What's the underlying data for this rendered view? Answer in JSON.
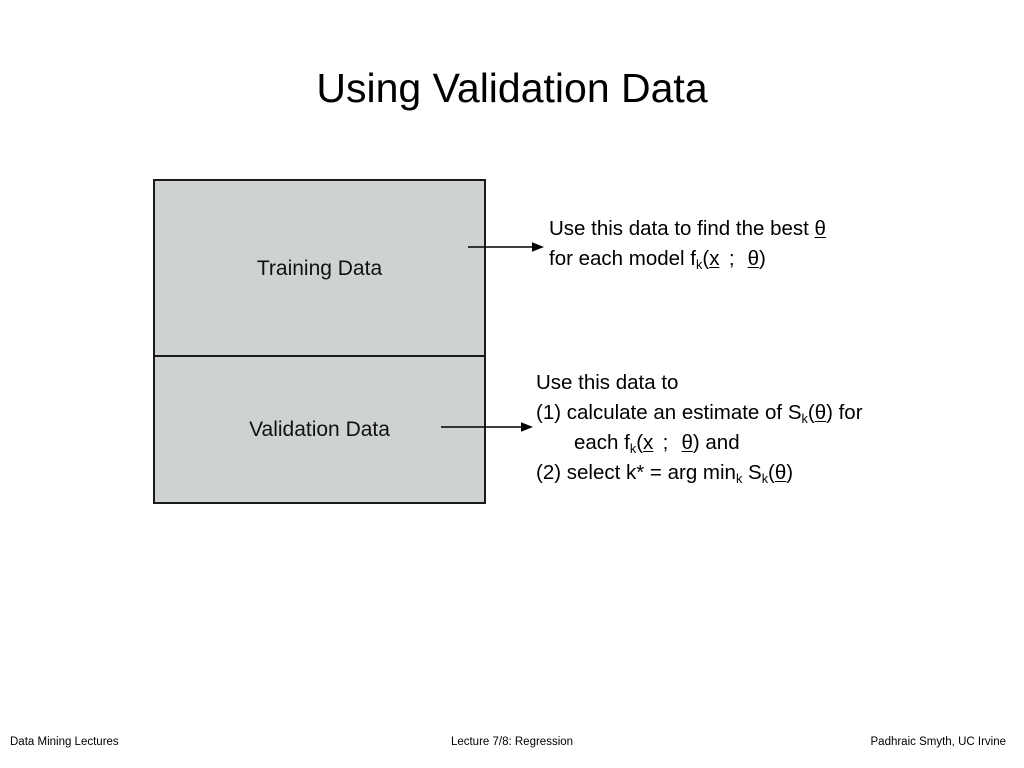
{
  "slide": {
    "title": "Using Validation Data",
    "background_color": "#ffffff"
  },
  "diagram": {
    "box_fill_color": "#ced2d2",
    "box_border_color": "#1a1a1a",
    "boxes": [
      {
        "id": "training",
        "label": "Training Data"
      },
      {
        "id": "validation",
        "label": "Validation Data"
      }
    ],
    "arrows": [
      {
        "id": "training-arrow",
        "from": "training-box",
        "to": "training-annotation"
      },
      {
        "id": "validation-arrow",
        "from": "validation-box",
        "to": "validation-annotation"
      }
    ]
  },
  "annotations": {
    "training": {
      "line1_a": "Use this data to find the best ",
      "line1_theta": "θ",
      "line2_a": "for each model f",
      "line2_sub": "k",
      "line2_b": "(",
      "line2_x": "x",
      "line2_c": " ; ",
      "line2_theta": "θ",
      "line2_d": ")",
      "plain_text": "Use this data to find the best θ for each model f_k(x ; θ)"
    },
    "validation": {
      "line1": "Use this data to",
      "line2_a": "(1) calculate an estimate of  S",
      "line2_sub": "k",
      "line2_b": "(",
      "line2_theta": "θ",
      "line2_c": ") for",
      "line3_a": "each f",
      "line3_sub": "k",
      "line3_b": "(",
      "line3_x": "x",
      "line3_c": " ; ",
      "line3_theta": "θ",
      "line3_d": ") and",
      "line4_a": "(2) select k* = arg min",
      "line4_sub1": "k",
      "line4_b": "  S",
      "line4_sub2": "k",
      "line4_c": "(",
      "line4_theta": "θ",
      "line4_d": ")",
      "plain_text": "Use this data to (1) calculate an estimate of S_k(θ) for each f_k(x ; θ) and (2) select k* = arg min_k S_k(θ)"
    }
  },
  "footer": {
    "left": "Data Mining Lectures",
    "center": "Lecture 7/8: Regression",
    "right": "Padhraic Smyth, UC Irvine"
  }
}
